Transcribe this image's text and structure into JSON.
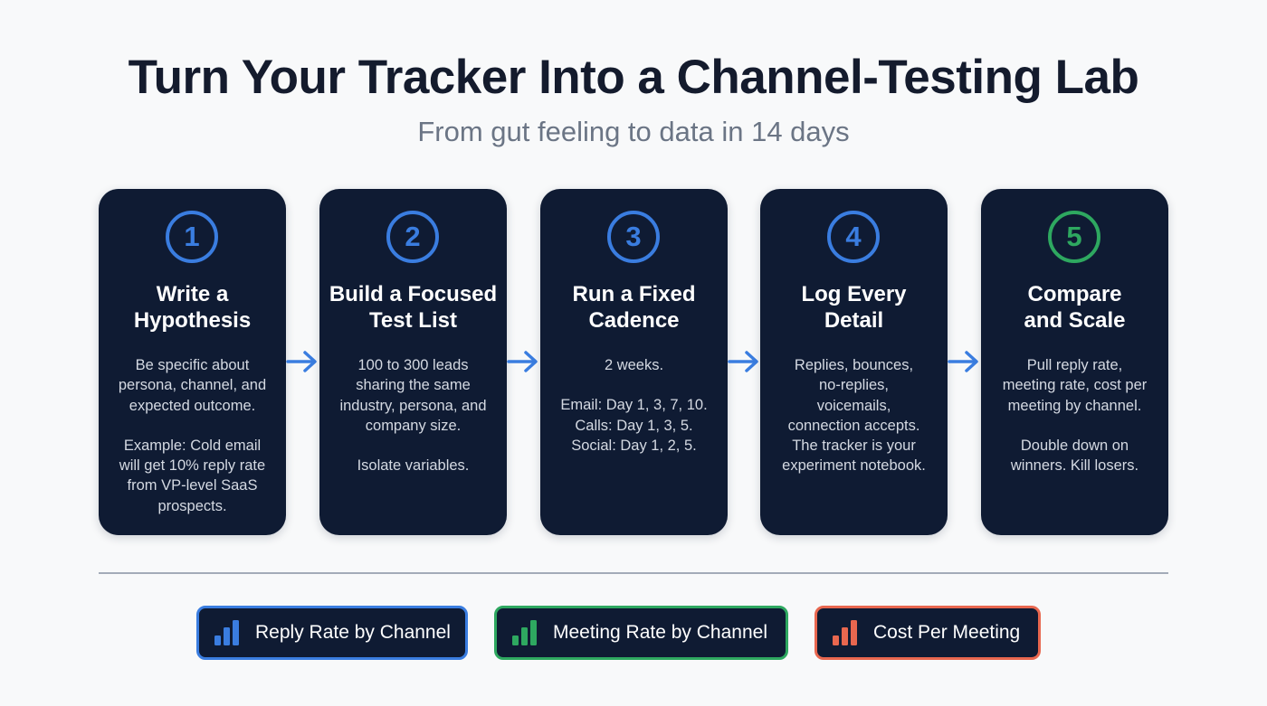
{
  "header": {
    "title": "Turn Your Tracker Into a Channel-Testing Lab",
    "subtitle": "From gut feeling to data in 14 days"
  },
  "colors": {
    "card_bg": "#0f1b33",
    "blue": "#3a7de0",
    "green": "#2ea860",
    "orange": "#e8674f",
    "title": "#141b2d",
    "subtitle": "#6b7585"
  },
  "steps": [
    {
      "number": "1",
      "title_line1": "Write a",
      "title_line2": "Hypothesis",
      "body": [
        [
          "Be specific about",
          "persona, channel, and",
          "expected outcome."
        ],
        [
          "Example: Cold email",
          "will get 10% reply rate",
          "from VP-level SaaS",
          "prospects."
        ]
      ]
    },
    {
      "number": "2",
      "title_line1": "Build a Focused",
      "title_line2": "Test List",
      "body": [
        [
          "100 to 300 leads",
          "sharing the same",
          "industry, persona, and",
          "company size."
        ],
        [
          "Isolate variables."
        ]
      ]
    },
    {
      "number": "3",
      "title_line1": "Run a Fixed",
      "title_line2": "Cadence",
      "body": [
        [
          "2 weeks."
        ],
        [
          "Email: Day 1, 3, 7, 10.",
          "Calls: Day 1, 3, 5.",
          "Social: Day 1, 2, 5."
        ]
      ]
    },
    {
      "number": "4",
      "title_line1": "Log Every",
      "title_line2": "Detail",
      "body": [
        [
          "Replies, bounces,",
          "no-replies,",
          "voicemails,",
          "connection accepts.",
          "The tracker is your",
          "experiment notebook."
        ]
      ]
    },
    {
      "number": "5",
      "title_line1": "Compare",
      "title_line2": "and Scale",
      "body": [
        [
          "Pull reply rate,",
          "meeting rate, cost per",
          "meeting by channel."
        ],
        [
          "Double down on",
          "winners. Kill losers."
        ]
      ]
    }
  ],
  "metrics": [
    {
      "label": "Reply Rate by Channel",
      "icon": "bar-chart-icon",
      "color": "#3a7de0"
    },
    {
      "label": "Meeting Rate by Channel",
      "icon": "bar-chart-icon",
      "color": "#2ea860"
    },
    {
      "label": "Cost Per Meeting",
      "icon": "bar-chart-icon",
      "color": "#e8674f"
    }
  ]
}
